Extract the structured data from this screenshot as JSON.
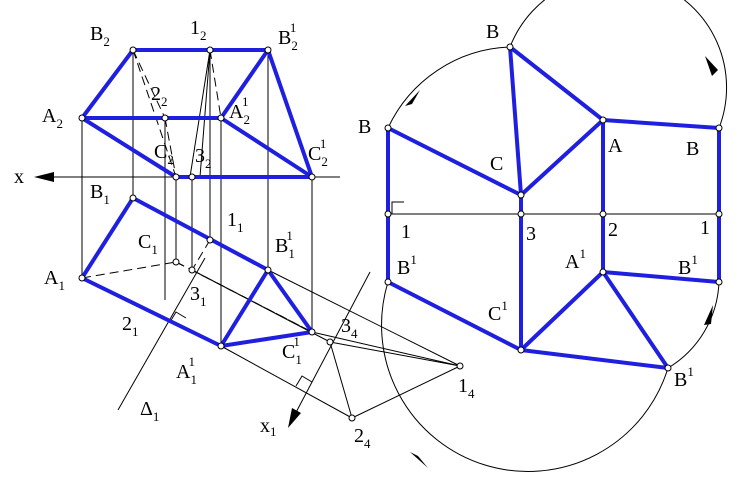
{
  "labels": {
    "x_axis": "x",
    "x1_axis": "x",
    "x1_sub": "1",
    "delta": "Δ",
    "delta_sub": "1",
    "B2": "B",
    "B2_sub": "2",
    "one2": "1",
    "one2_sub": "2",
    "B2p": "B",
    "B2p_sub": "2",
    "B2p_sup": "1",
    "A2": "A",
    "A2_sub": "2",
    "two2": "2",
    "two2_sub": "2",
    "A2p": "A",
    "A2p_sub": "2",
    "A2p_sup": "1",
    "C2": "C",
    "C2_sub": "2",
    "three2": "3",
    "three2_sub": "2",
    "C2p": "C",
    "C2p_sub": "2",
    "C2p_sup": "1",
    "B1": "B",
    "B1_sub": "1",
    "C1": "C",
    "C1_sub": "1",
    "one1": "1",
    "one1_sub": "1",
    "B1p": "B",
    "B1p_sub": "1",
    "B1p_sup": "1",
    "A1": "A",
    "A1_sub": "1",
    "three1": "3",
    "three1_sub": "1",
    "two1": "2",
    "two1_sub": "1",
    "A1p": "A",
    "A1p_sub": "1",
    "A1p_sup": "1",
    "C1p": "C",
    "C1p_sub": "1",
    "C1p_sup": "1",
    "three4": "3",
    "three4_sub": "4",
    "one4": "1",
    "one4_sub": "4",
    "two4": "2",
    "two4_sub": "4",
    "devB_top": "B",
    "devB_left": "B",
    "devC": "C",
    "devA": "A",
    "devB_right": "B",
    "dev1": "1",
    "dev3": "3",
    "dev2": "2",
    "dev1_right": "1",
    "devB1_left": "B",
    "devB1_left_sup": "1",
    "devA1": "A",
    "devA1_sup": "1",
    "devB1_right": "B",
    "devB1_right_sup": "1",
    "devC1": "C",
    "devC1_sup": "1",
    "devB1_bottom": "B",
    "devB1_bottom_sup": "1"
  },
  "colors": {
    "edge": "#1f1fe0",
    "line": "#000000",
    "background": "#ffffff"
  }
}
